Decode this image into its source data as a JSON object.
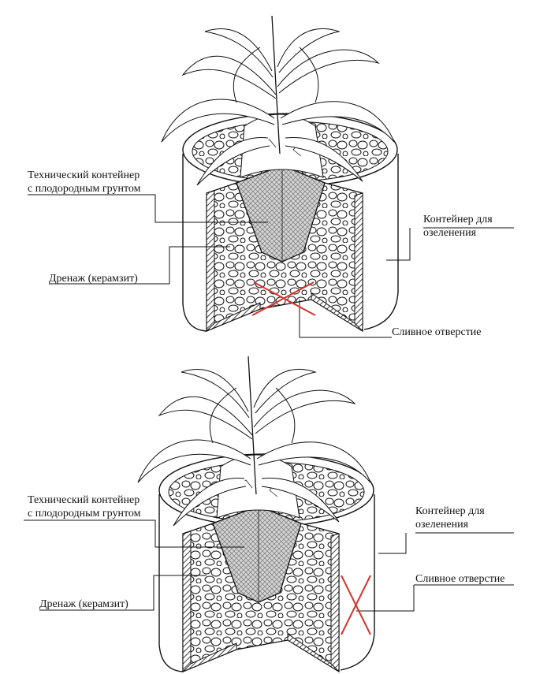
{
  "diagrams": [
    {
      "technical_container": [
        "Технический контейнер",
        "с плодородным грунтом"
      ],
      "drainage": "Дренаж (керамзит)",
      "planter": [
        "Контейнер для",
        "озеленения"
      ],
      "drain_hole": "Сливное отверстие"
    },
    {
      "technical_container": [
        "Технический контейнер",
        "с плодородным грунтом"
      ],
      "drainage": "Дренаж (керамзит)",
      "planter": [
        "Контейнер для",
        "озеленения"
      ],
      "drain_hole": "Сливное отверстие"
    }
  ],
  "colors": {
    "line": "#111111",
    "cross": "#d9322b",
    "soil": "#cfcfcf"
  }
}
